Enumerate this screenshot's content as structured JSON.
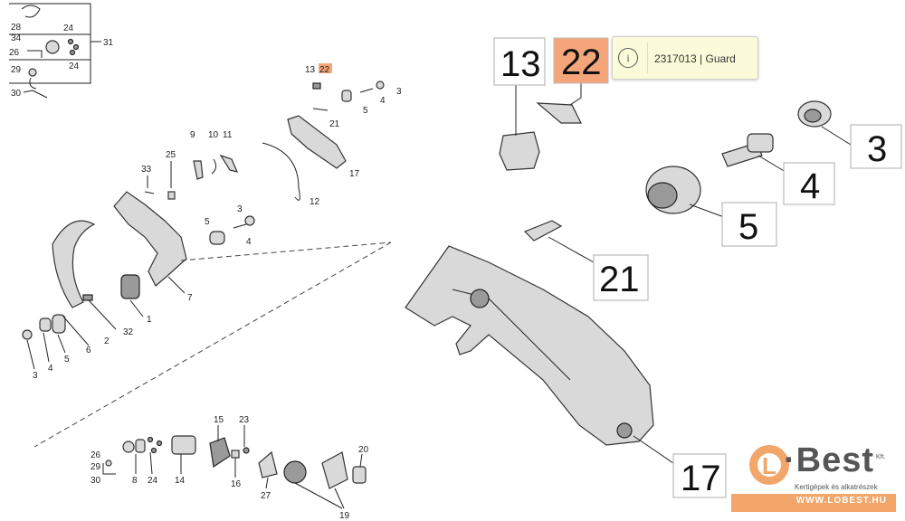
{
  "callouts_small": {
    "c28": "28",
    "c34": "34",
    "c26a": "26",
    "c29a": "29",
    "c30a": "30",
    "c24a": "24",
    "c24b": "24",
    "c31": "31",
    "c13s": "13",
    "c22s": "22",
    "c3a": "3",
    "c4a": "4",
    "c5a": "5",
    "c21s": "21",
    "c17s": "17",
    "c12": "12",
    "c9": "9",
    "c10": "10",
    "c11": "11",
    "c25": "25",
    "c33": "33",
    "c3b": "3",
    "c5b": "5",
    "c4b": "4",
    "c7": "7",
    "c1": "1",
    "c32": "32",
    "c2": "2",
    "c6": "6",
    "c5c": "5",
    "c4c": "4",
    "c3c": "3",
    "c26b": "26",
    "c29b": "29",
    "c30b": "30",
    "c8": "8",
    "c24c": "24",
    "c14": "14",
    "c15": "15",
    "c16": "16",
    "c23": "23",
    "c27": "27",
    "c19": "19",
    "c20": "20"
  },
  "callouts_big": {
    "p13": "13",
    "p22": "22",
    "p3": "3",
    "p4": "4",
    "p5": "5",
    "p21": "21",
    "p17": "17"
  },
  "tooltip": {
    "icon": "info-icon",
    "text": "2317013 | Guard"
  },
  "logo": {
    "initial": "L",
    "name": "·Best",
    "suffix": "Kft.",
    "tagline": "Kertigépek és alkatrészek",
    "url": "WWW.LOBEST.HU"
  },
  "colors": {
    "highlight": "#f4a57a",
    "tooltip_bg": "#fcfbd9",
    "brand": "#f2a66a"
  }
}
